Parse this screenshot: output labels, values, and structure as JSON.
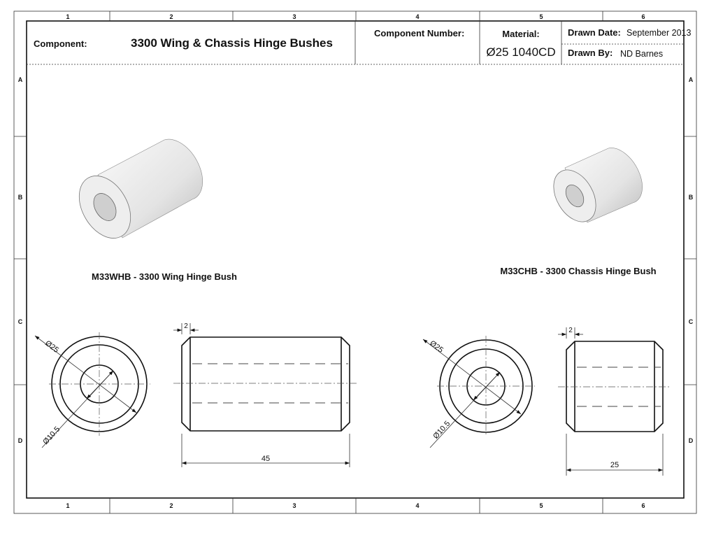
{
  "grid": {
    "columns": [
      "1",
      "2",
      "3",
      "4",
      "5",
      "6"
    ],
    "rows": [
      "A",
      "B",
      "C",
      "D"
    ]
  },
  "title_block": {
    "component_label": "Component:",
    "component_value": "3300 Wing & Chassis Hinge Bushes",
    "component_number_label": "Component Number:",
    "material_label": "Material:",
    "material_value": "Ø25 1040CD",
    "drawn_date_label": "Drawn Date:",
    "drawn_date_value": "September 2013",
    "drawn_by_label": "Drawn By:",
    "drawn_by_value": "ND Barnes"
  },
  "parts": [
    {
      "caption": "M33WHB - 3300 Wing Hinge Bush",
      "outer_dia": "Ø25",
      "inner_dia": "Ø10.5",
      "chamfer": "2",
      "length": "45"
    },
    {
      "caption": "M33CHB - 3300 Chassis Hinge Bush",
      "outer_dia": "Ø25",
      "inner_dia": "Ø10.5",
      "chamfer": "2",
      "length": "25"
    }
  ]
}
